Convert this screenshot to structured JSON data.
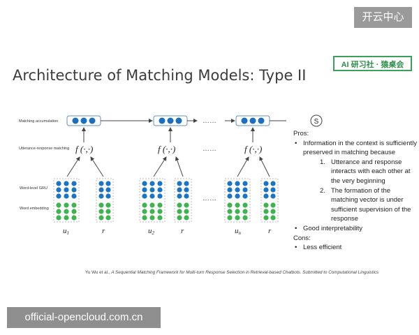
{
  "watermark_top": "开云中心",
  "logo_text": "AI 研习社 · 猿桌会",
  "title": "Architecture of Matching Models: Type II",
  "diagram": {
    "layer_labels": {
      "accumulation": "Matching accumulation",
      "matching": "Utterance-response matching",
      "gru": "Word-level GRU",
      "embedding": "Word embedding"
    },
    "func": "f (·,·)",
    "ellipsis": "……",
    "end_node": "S",
    "var_r": "r",
    "var_u1": "u",
    "var_u1_sub": "1",
    "var_u2": "u",
    "var_u2_sub": "2",
    "var_un": "u",
    "var_un_sub": "n",
    "colors": {
      "gru": "#1b75c4",
      "embed": "#3fb34f",
      "acc": "#1b6fc0"
    }
  },
  "pros": {
    "heading": "Pros:",
    "item1": "Information in the context is sufficiently preserved in matching because",
    "sub1_num": "1.",
    "sub1": "Utterance and response interacts with each other at the very beginning",
    "sub2_num": "2.",
    "sub2": "The formation of the matching vector is under sufficient supervision of the response",
    "item2": "Good interpretability",
    "cons_heading": "Cons:",
    "con1": "Less efficient"
  },
  "citation": {
    "authors": "Yu Wu et al., ",
    "work": "A Sequential Matching Framework for Multi-turn Response Selection in Retrieval-based Chatbots. Submitted to Computational Linguistics"
  },
  "watermark_bottom": "official-opencloud.com.cn"
}
